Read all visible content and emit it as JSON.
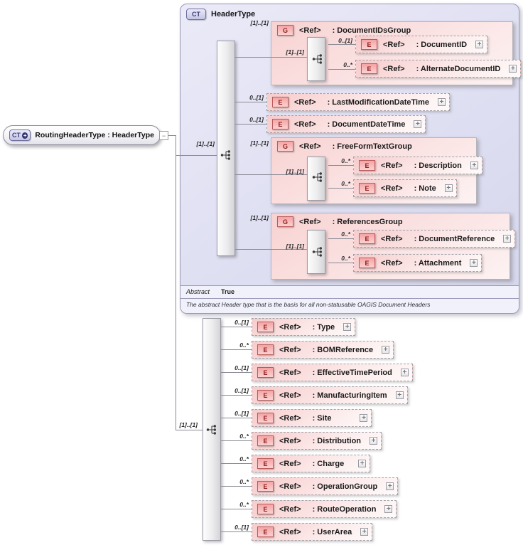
{
  "diagram": {
    "icons": {
      "expand": "+",
      "collapse": "−",
      "ct_plus": "+"
    },
    "colors": {
      "element_pink": "#f7cccc",
      "group_pink": "#f8d2d2",
      "type_lavender": "#dedef2",
      "badge_red_text": "#8c2020",
      "badge_blue_text": "#3c3c78",
      "connector_line": "#8a8a96"
    },
    "root_node": {
      "badge": "CT",
      "label": "RoutingHeaderType : HeaderType"
    },
    "header_type": {
      "badge": "CT",
      "title": "HeaderType",
      "sequence_cardinality": "[1]..[1]",
      "abstract_label": "Abstract",
      "abstract_value": "True",
      "note": "The abstract Header type that is the basis for all non-statusable OAGIS Document Headers",
      "groups": [
        {
          "badge": "G",
          "ref": "<Ref>",
          "name": ": DocumentIDsGroup",
          "cardinality": "[1]..[1]",
          "sequence_cardinality": "[1]..[1]",
          "children": [
            {
              "badge": "E",
              "ref": "<Ref>",
              "name": ": DocumentID",
              "cardinality": "0..[1]"
            },
            {
              "badge": "E",
              "ref": "<Ref>",
              "name": ": AlternateDocumentID",
              "cardinality": "0..*"
            }
          ]
        },
        {
          "badge": "G",
          "ref": "<Ref>",
          "name": ": FreeFormTextGroup",
          "cardinality": "[1]..[1]",
          "sequence_cardinality": "[1]..[1]",
          "children": [
            {
              "badge": "E",
              "ref": "<Ref>",
              "name": ": Description",
              "cardinality": "0..*"
            },
            {
              "badge": "E",
              "ref": "<Ref>",
              "name": ": Note",
              "cardinality": "0..*"
            }
          ]
        },
        {
          "badge": "G",
          "ref": "<Ref>",
          "name": ": ReferencesGroup",
          "cardinality": "[1]..[1]",
          "sequence_cardinality": "[1]..[1]",
          "children": [
            {
              "badge": "E",
              "ref": "<Ref>",
              "name": ": DocumentReference",
              "cardinality": "0..*"
            },
            {
              "badge": "E",
              "ref": "<Ref>",
              "name": ": Attachment",
              "cardinality": "0..*"
            }
          ]
        }
      ],
      "elements": [
        {
          "badge": "E",
          "ref": "<Ref>",
          "name": ": LastModificationDateTime",
          "cardinality": "0..[1]"
        },
        {
          "badge": "E",
          "ref": "<Ref>",
          "name": ": DocumentDateTime",
          "cardinality": "0..[1]"
        }
      ]
    },
    "routing_sequence": {
      "cardinality": "[1]..[1]",
      "elements": [
        {
          "badge": "E",
          "ref": "<Ref>",
          "name": ": Type",
          "cardinality": "0..[1]"
        },
        {
          "badge": "E",
          "ref": "<Ref>",
          "name": ": BOMReference",
          "cardinality": "0..*"
        },
        {
          "badge": "E",
          "ref": "<Ref>",
          "name": ": EffectiveTimePeriod",
          "cardinality": "0..[1]"
        },
        {
          "badge": "E",
          "ref": "<Ref>",
          "name": ": ManufacturingItem",
          "cardinality": "0..[1]"
        },
        {
          "badge": "E",
          "ref": "<Ref>",
          "name": ": Site",
          "cardinality": "0..[1]"
        },
        {
          "badge": "E",
          "ref": "<Ref>",
          "name": ": Distribution",
          "cardinality": "0..*"
        },
        {
          "badge": "E",
          "ref": "<Ref>",
          "name": ": Charge",
          "cardinality": "0..*"
        },
        {
          "badge": "E",
          "ref": "<Ref>",
          "name": ": OperationGroup",
          "cardinality": "0..*"
        },
        {
          "badge": "E",
          "ref": "<Ref>",
          "name": ": RouteOperation",
          "cardinality": "0..*"
        },
        {
          "badge": "E",
          "ref": "<Ref>",
          "name": ": UserArea",
          "cardinality": "0..[1]"
        }
      ]
    }
  }
}
